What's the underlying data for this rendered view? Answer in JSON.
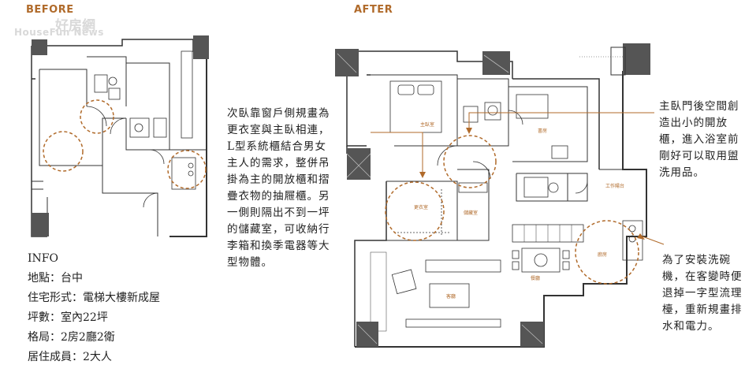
{
  "headings": {
    "before": "BEFORE",
    "after": "AFTER"
  },
  "watermark": {
    "line1": "好房網",
    "line2": "HouseFun News"
  },
  "info": {
    "title": "INFO",
    "rows": [
      "地點：台中",
      "住宅形式：電梯大樓新成屋",
      "坪數：室內22坪",
      "格局：2房2廳2衛",
      "居住成員：2大人"
    ]
  },
  "notes": {
    "left": [
      "次臥靠窗戶側規畫為",
      "更衣室與主臥相連，",
      "L型系統櫃結合男女",
      "主人的需求，整併吊",
      "掛為主的開放櫃和摺",
      "疊衣物的抽屜櫃。另",
      "一側則隔出不到一坪",
      "的儲藏室，可收納行",
      "李箱和換季電器等大",
      "型物體。"
    ],
    "right_top": [
      "主臥門後空間創",
      "造出小的開放",
      "櫃，進入浴室前",
      "剛好可以取用盥",
      "洗用品。"
    ],
    "right_bottom": [
      "為了安裝洗碗",
      "機，在客變時便",
      "退掉一字型流理",
      "檯，重新規畫排",
      "水和電力。"
    ]
  },
  "rooms": {
    "master": "主臥室",
    "study": "書房",
    "closet": "更衣室",
    "storage": "儲藏室",
    "work": "工作陽台",
    "kitchen": "廚房",
    "dining": "餐廳",
    "living": "客廳"
  },
  "colors": {
    "accent": "#b06a2a",
    "wall": "#333333",
    "column": "#555555"
  }
}
